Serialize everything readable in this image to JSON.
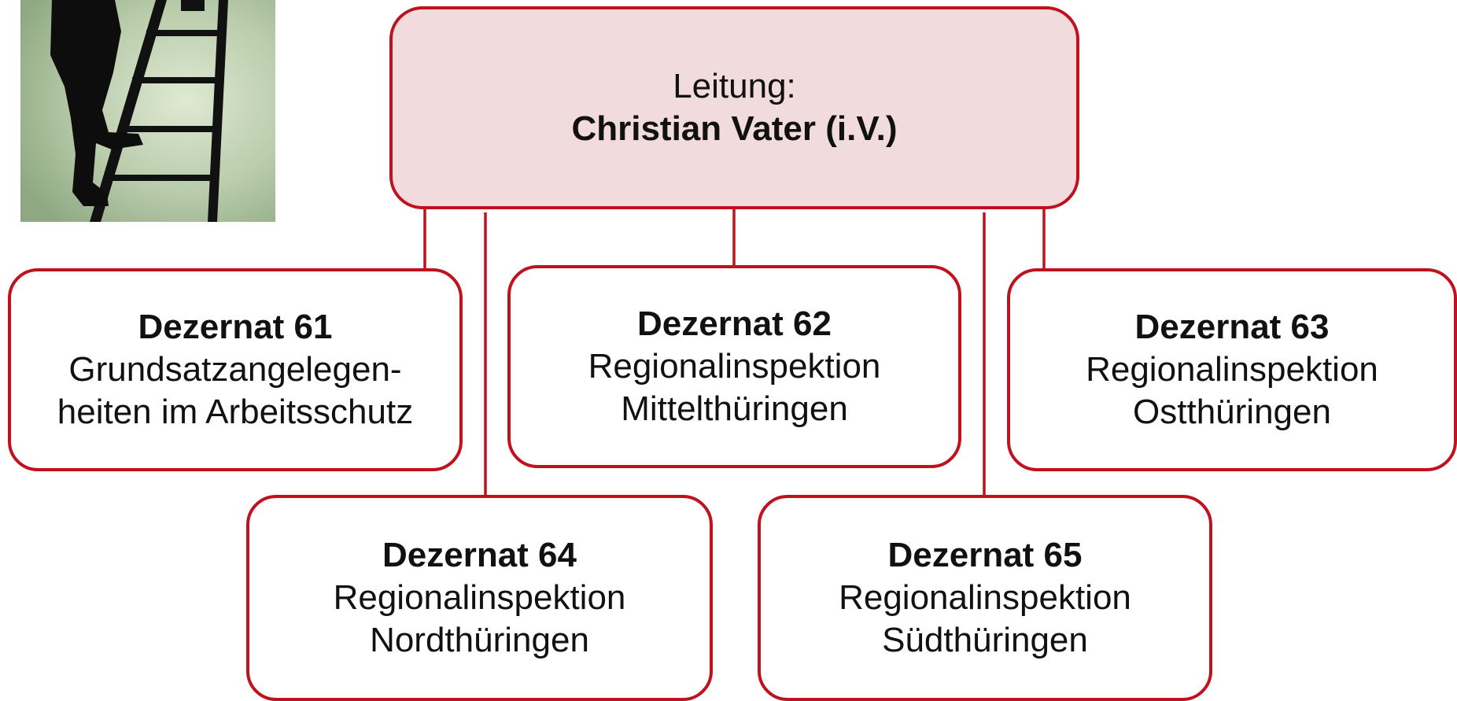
{
  "leitung": {
    "label": "Leitung:",
    "name": "Christian Vater (i.V.)"
  },
  "dezernate": [
    {
      "title": "Dezernat 61",
      "line1": "Grundsatzangelegen-",
      "line2": "heiten im Arbeitsschutz"
    },
    {
      "title": "Dezernat 62",
      "line1": "Regionalinspektion",
      "line2": "Mittelthüringen"
    },
    {
      "title": "Dezernat 63",
      "line1": "Regionalinspektion",
      "line2": "Ostthüringen"
    },
    {
      "title": "Dezernat 64",
      "line1": "Regionalinspektion",
      "line2": "Nordthüringen"
    },
    {
      "title": "Dezernat 65",
      "line1": "Regionalinspektion",
      "line2": "Südthüringen"
    }
  ],
  "colors": {
    "accent": "#c0121e",
    "head_fill": "#f1dbdc",
    "photo_bg": "#b7c8a8"
  },
  "photo": {
    "icon": "ladder-climber-photo"
  }
}
